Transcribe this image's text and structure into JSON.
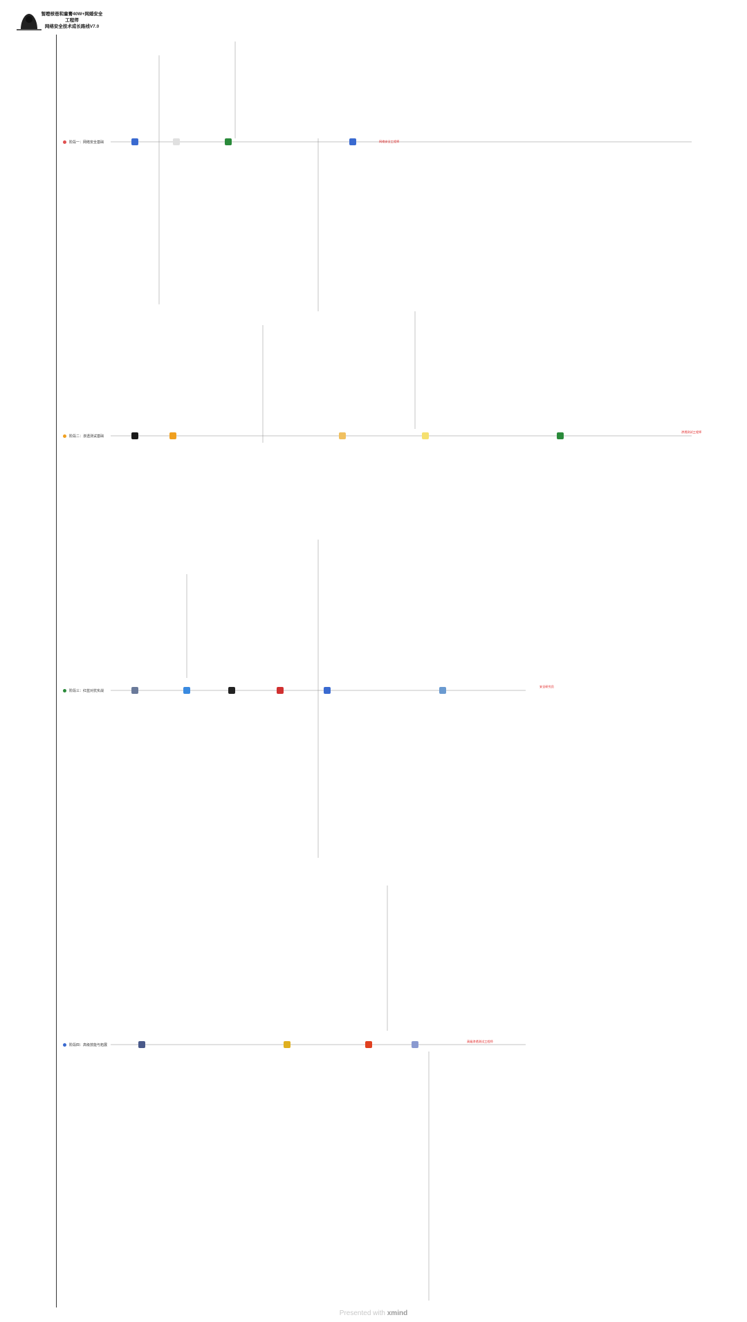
{
  "header": {
    "title_line1": "暂瞪核爸和童膏40W+网婚安全",
    "title_line2": "工程师",
    "title_line3": "网络安全技术成长路线V7.0"
  },
  "stages": [
    {
      "label": "阶段一：网络安全基础",
      "color": "#e05050"
    },
    {
      "label": "阶段二：渗透测试基础",
      "color": "#f0a020"
    },
    {
      "label": "阶段三：红蓝对抗实战",
      "color": "#2a8a3a"
    },
    {
      "label": "阶段四：高级技能与拓展",
      "color": "#3a6ad0"
    }
  ],
  "highlights": [
    "网络安全工程师",
    "渗透测试工程师",
    "安全研究员",
    "高级渗透测试工程师"
  ],
  "footer": {
    "presented": "Presented with",
    "brand": "xmind"
  }
}
